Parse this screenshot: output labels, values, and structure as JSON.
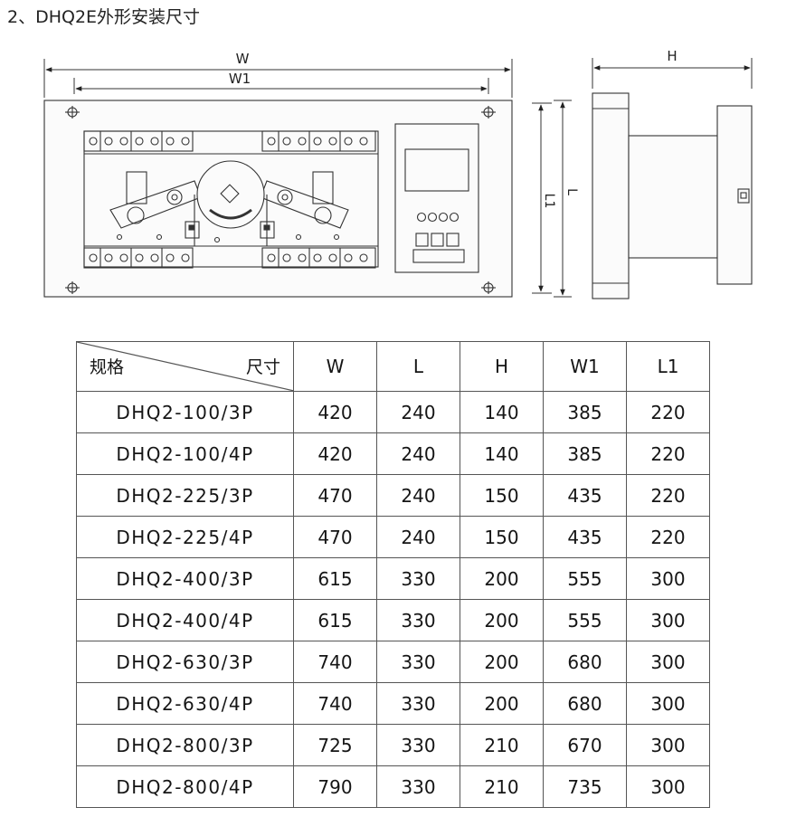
{
  "heading": "2、DHQ2E外形安装尺寸",
  "drawing": {
    "front_labels": {
      "w": "W",
      "w1": "W1",
      "l": "L",
      "l1": "L1"
    },
    "side_labels": {
      "h": "H"
    }
  },
  "table": {
    "corner_left": "规格",
    "corner_right": "尺寸",
    "columns": [
      "W",
      "L",
      "H",
      "W1",
      "L1"
    ],
    "rows": [
      {
        "model": "DHQ2-100/3P",
        "values": [
          "420",
          "240",
          "140",
          "385",
          "220"
        ]
      },
      {
        "model": "DHQ2-100/4P",
        "values": [
          "420",
          "240",
          "140",
          "385",
          "220"
        ]
      },
      {
        "model": "DHQ2-225/3P",
        "values": [
          "470",
          "240",
          "150",
          "435",
          "220"
        ]
      },
      {
        "model": "DHQ2-225/4P",
        "values": [
          "470",
          "240",
          "150",
          "435",
          "220"
        ]
      },
      {
        "model": "DHQ2-400/3P",
        "values": [
          "615",
          "330",
          "200",
          "555",
          "300"
        ]
      },
      {
        "model": "DHQ2-400/4P",
        "values": [
          "615",
          "330",
          "200",
          "555",
          "300"
        ]
      },
      {
        "model": "DHQ2-630/3P",
        "values": [
          "740",
          "330",
          "200",
          "680",
          "300"
        ]
      },
      {
        "model": "DHQ2-630/4P",
        "values": [
          "740",
          "330",
          "200",
          "680",
          "300"
        ]
      },
      {
        "model": "DHQ2-800/3P",
        "values": [
          "725",
          "330",
          "210",
          "670",
          "300"
        ]
      },
      {
        "model": "DHQ2-800/4P",
        "values": [
          "790",
          "330",
          "210",
          "735",
          "300"
        ]
      }
    ]
  }
}
